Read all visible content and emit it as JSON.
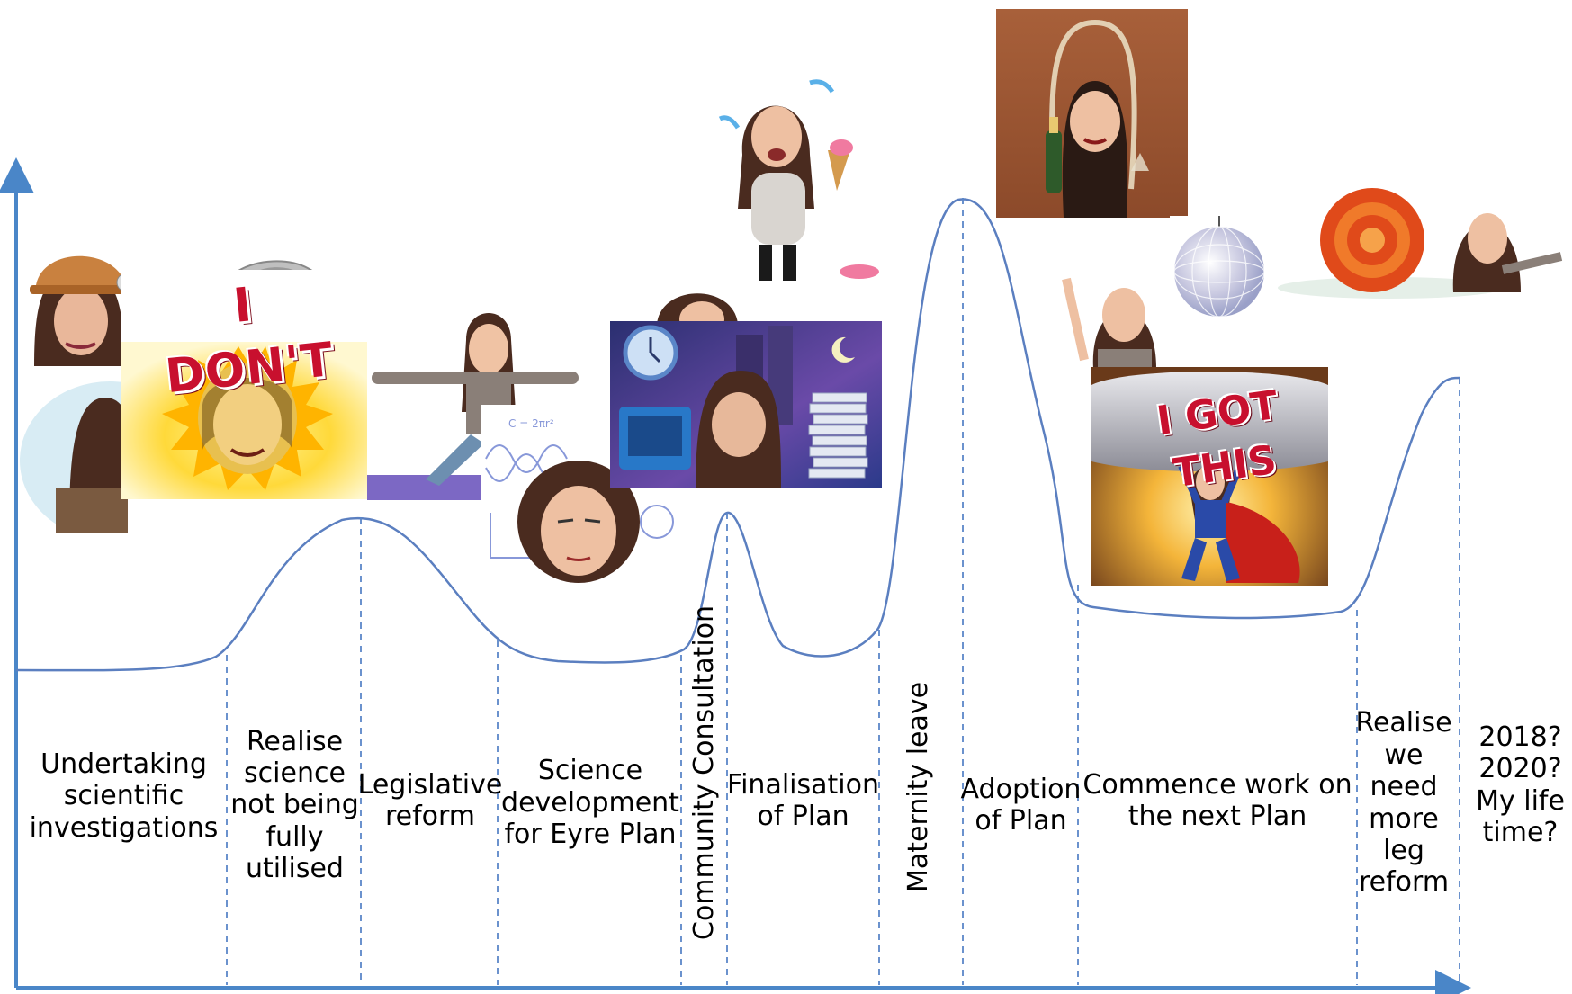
{
  "phases": [
    {
      "id": "p1",
      "label": "Undertaking scientific investigations"
    },
    {
      "id": "p2",
      "label": "Realise science not being fully utilised"
    },
    {
      "id": "p3",
      "label": "Legislative reform"
    },
    {
      "id": "p4",
      "label": "Science development for Eyre Plan"
    },
    {
      "id": "p5",
      "label": "Community Consultation"
    },
    {
      "id": "p6",
      "label": "Finalisation of Plan"
    },
    {
      "id": "p7",
      "label": "Maternity leave"
    },
    {
      "id": "p8",
      "label": "Adoption of Plan"
    },
    {
      "id": "p9",
      "label": "Commence work on the next Plan"
    },
    {
      "id": "p10",
      "label": "Realise we need more leg reform"
    },
    {
      "id": "p11",
      "label": "2018? 2020? My life time?"
    }
  ],
  "stickers": {
    "i_dont": "I DON'T",
    "i_got_this": "I GOT THIS"
  },
  "colors": {
    "axis": "#4a86c8",
    "curve": "#5b7fc0",
    "divider": "#5b86c8"
  },
  "icons": [
    "hard-hat-avatar-icon",
    "sun-avatar-icon",
    "yoga-avatar-icon",
    "science-avatar-icon",
    "night-desk-avatar-icon",
    "crying-ice-cream-avatar-icon",
    "champagne-avatar-icon",
    "pointing-avatar-icon",
    "disco-ball-icon",
    "snail-avatar-icon",
    "superhero-avatar-icon"
  ]
}
